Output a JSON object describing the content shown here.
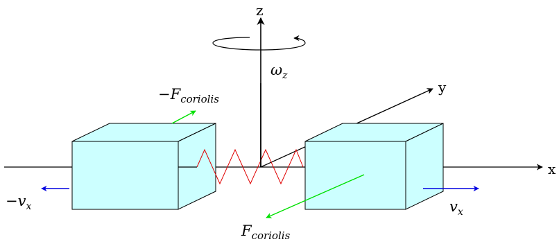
{
  "axes": {
    "z_label": "z",
    "y_label": "y",
    "x_label": "x"
  },
  "omega": {
    "symbol": "ω",
    "sub": "z"
  },
  "forces": {
    "top": {
      "sign": "−",
      "symbol": "F",
      "sub": "coriolis"
    },
    "bottom": {
      "sign": "",
      "symbol": "F",
      "sub": "coriolis"
    }
  },
  "velocities": {
    "left": {
      "sign": "−",
      "symbol": "v",
      "sub": "x"
    },
    "right": {
      "sign": "",
      "symbol": "v",
      "sub": "x"
    }
  },
  "colors": {
    "mass_fill": "#ccffff",
    "spring": "#e00000",
    "velocity": "#0000e0",
    "force": "#00e000",
    "axis": "#000000"
  }
}
